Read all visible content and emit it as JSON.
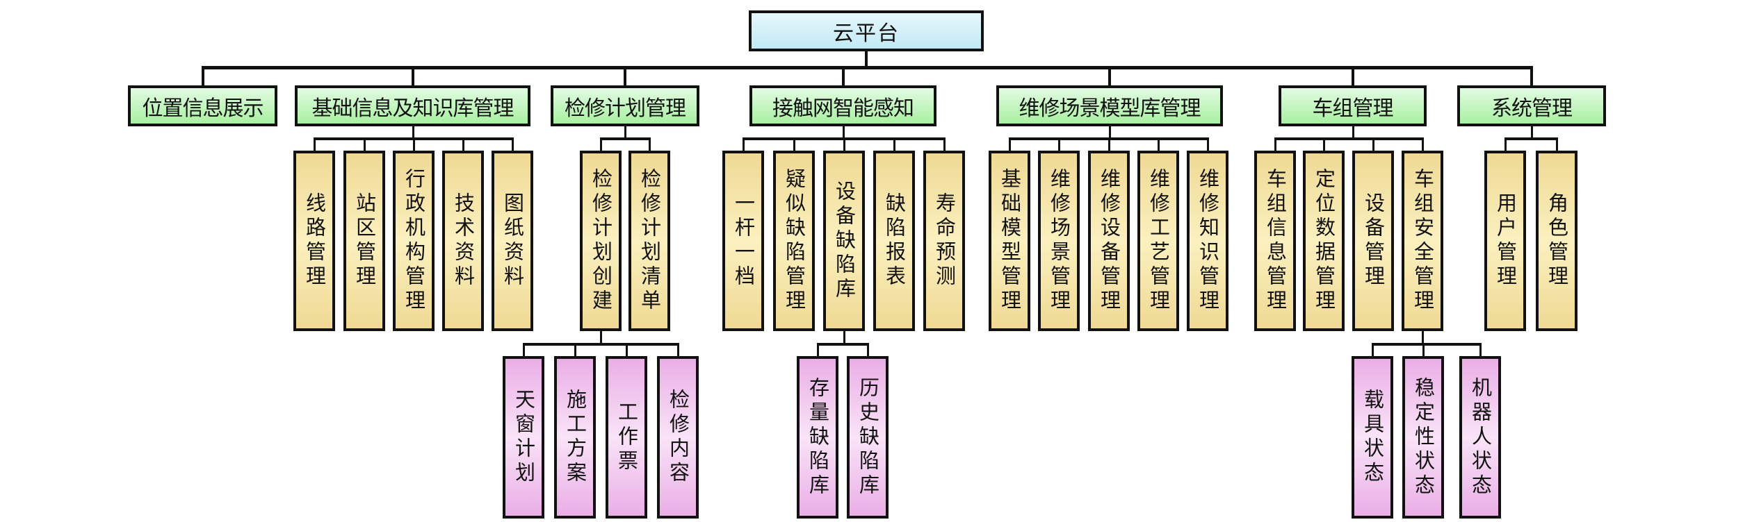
{
  "diagram": {
    "root": {
      "label": "云平台"
    },
    "modules": [
      {
        "label": "位置信息展示",
        "children": []
      },
      {
        "label": "基础信息及知识库管理",
        "children": [
          {
            "label": "线路管理"
          },
          {
            "label": "站区管理"
          },
          {
            "label": "行政机构管理"
          },
          {
            "label": "技术资料"
          },
          {
            "label": "图纸资料"
          }
        ]
      },
      {
        "label": "检修计划管理",
        "children": [
          {
            "label": "检修计划创建",
            "children": [
              {
                "label": "天窗计划"
              },
              {
                "label": "施工方案"
              },
              {
                "label": "工作票"
              },
              {
                "label": "检修内容"
              }
            ]
          },
          {
            "label": "检修计划清单"
          }
        ]
      },
      {
        "label": "接触网智能感知",
        "children": [
          {
            "label": "一杆一档"
          },
          {
            "label": "疑似缺陷管理"
          },
          {
            "label": "设备缺陷库",
            "children": [
              {
                "label": "存量缺陷库"
              },
              {
                "label": "历史缺陷库"
              }
            ]
          },
          {
            "label": "缺陷报表"
          },
          {
            "label": "寿命预测"
          }
        ]
      },
      {
        "label": "维修场景模型库管理",
        "children": [
          {
            "label": "基础模型管理"
          },
          {
            "label": "维修场景管理"
          },
          {
            "label": "维修设备管理"
          },
          {
            "label": "维修工艺管理"
          },
          {
            "label": "维修知识管理"
          }
        ]
      },
      {
        "label": "车组管理",
        "children": [
          {
            "label": "车组信息管理"
          },
          {
            "label": "定位数据管理"
          },
          {
            "label": "设备管理"
          },
          {
            "label": "车组安全管理",
            "children": [
              {
                "label": "载具状态"
              },
              {
                "label": "稳定性状态"
              },
              {
                "label": "机器人状态"
              }
            ]
          }
        ]
      },
      {
        "label": "系统管理",
        "children": [
          {
            "label": "用户管理"
          },
          {
            "label": "角色管理"
          }
        ]
      }
    ],
    "colors": {
      "root_fill": "#c2e9f5",
      "module_fill": "#a9f0a2",
      "function_fill": "#f5e3a6",
      "subfunction_fill": "#efc0ec",
      "line": "#111111"
    }
  }
}
